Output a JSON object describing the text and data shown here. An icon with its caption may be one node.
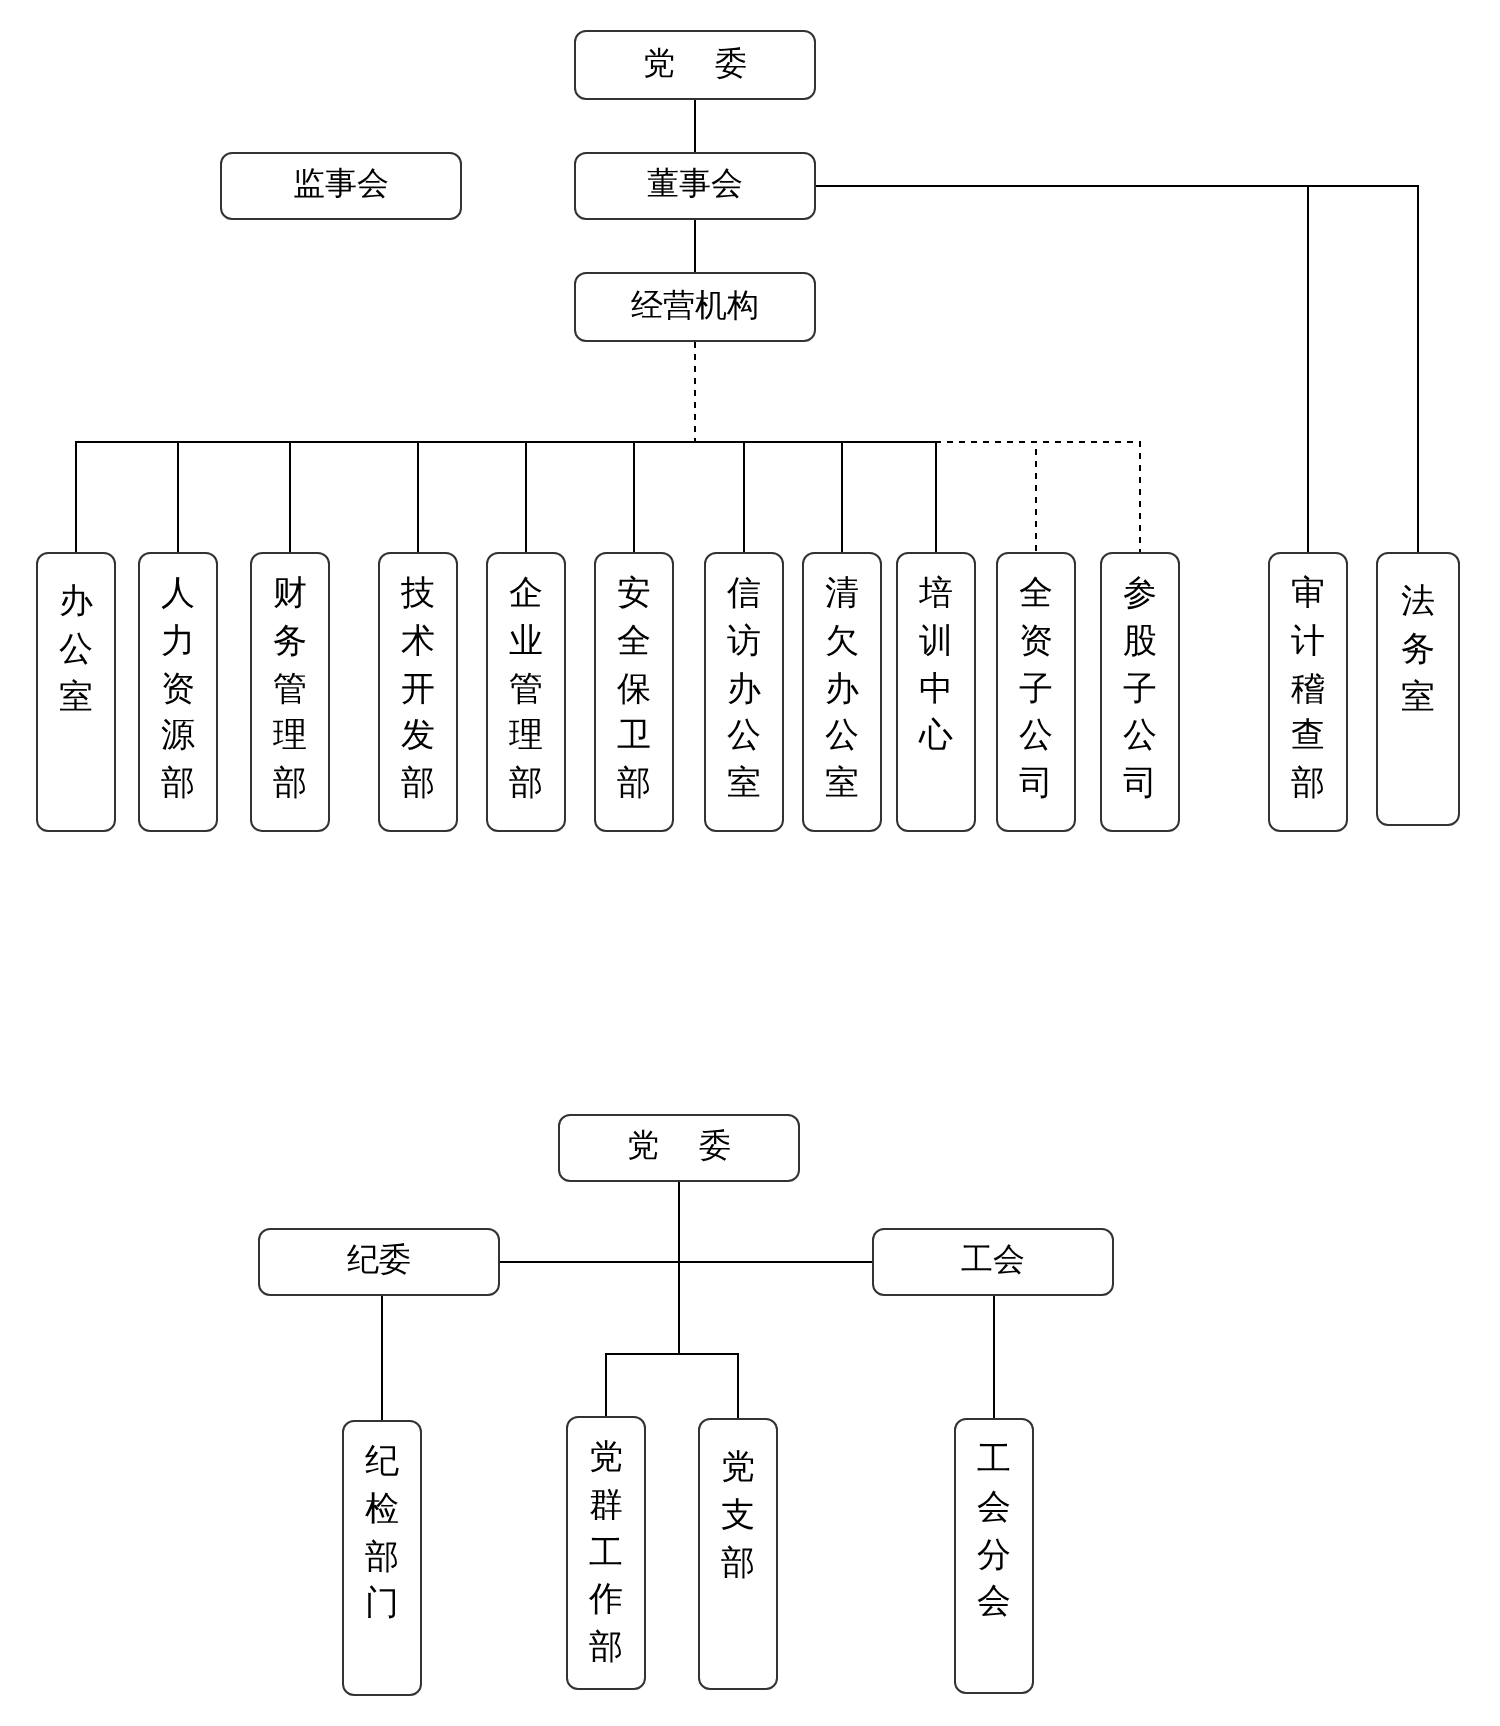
{
  "diagram": {
    "nodes": [
      {
        "text": [
          "党 委"
        ]
      },
      {
        "text": [
          "监事会"
        ]
      },
      {
        "text": [
          "董事会"
        ]
      },
      {
        "text": [
          "经营机构"
        ]
      },
      {
        "text": [
          "办公室"
        ]
      },
      {
        "text": [
          "人力资源部"
        ]
      },
      {
        "text": [
          "财务管理部"
        ]
      },
      {
        "text": [
          "技术开发部"
        ]
      },
      {
        "text": [
          "企业管理部"
        ]
      },
      {
        "text": [
          "安全保卫部"
        ]
      },
      {
        "text": [
          "信访办公室"
        ]
      },
      {
        "text": [
          "清欠办公室"
        ]
      },
      {
        "text": [
          "培训中心"
        ]
      },
      {
        "text": [
          "全资子公司"
        ]
      },
      {
        "text": [
          "参股子公司"
        ]
      },
      {
        "text": [
          "审计稽查部"
        ]
      },
      {
        "text": [
          "法务室"
        ]
      },
      {
        "text": [
          "党 委"
        ]
      },
      {
        "text": [
          "纪委"
        ]
      },
      {
        "text": [
          "工会"
        ]
      },
      {
        "text": [
          "纪检部门"
        ]
      },
      {
        "text": [
          "党群工作部"
        ]
      },
      {
        "text": [
          "党支部"
        ]
      },
      {
        "text": [
          "工会分会"
        ]
      }
    ],
    "edges": [
      {
        "from": 0,
        "to": 2,
        "arrow": "none"
      },
      {
        "from": 2,
        "to": 3,
        "arrow": "none"
      },
      {
        "from": 3,
        "to": 4,
        "arrow": "none"
      },
      {
        "from": 3,
        "to": 5,
        "arrow": "none"
      },
      {
        "from": 3,
        "to": 6,
        "arrow": "none"
      },
      {
        "from": 3,
        "to": 7,
        "arrow": "none"
      },
      {
        "from": 3,
        "to": 8,
        "arrow": "none"
      },
      {
        "from": 3,
        "to": 9,
        "arrow": "none"
      },
      {
        "from": 3,
        "to": 10,
        "arrow": "none"
      },
      {
        "from": 3,
        "to": 11,
        "arrow": "none"
      },
      {
        "from": 3,
        "to": 12,
        "arrow": "none"
      },
      {
        "from": 3,
        "to": 13,
        "arrow": "none",
        "style": "dashed"
      },
      {
        "from": 3,
        "to": 14,
        "arrow": "none",
        "style": "dashed"
      },
      {
        "from": 2,
        "to": 15,
        "arrow": "none"
      },
      {
        "from": 2,
        "to": 16,
        "arrow": "none"
      },
      {
        "from": 17,
        "to": 18,
        "arrow": "none"
      },
      {
        "from": 17,
        "to": 19,
        "arrow": "none"
      },
      {
        "from": 17,
        "to": 21,
        "arrow": "none"
      },
      {
        "from": 17,
        "to": 22,
        "arrow": "none"
      },
      {
        "from": 18,
        "to": 20,
        "arrow": "none"
      },
      {
        "from": 19,
        "to": 23,
        "arrow": "none"
      }
    ]
  }
}
